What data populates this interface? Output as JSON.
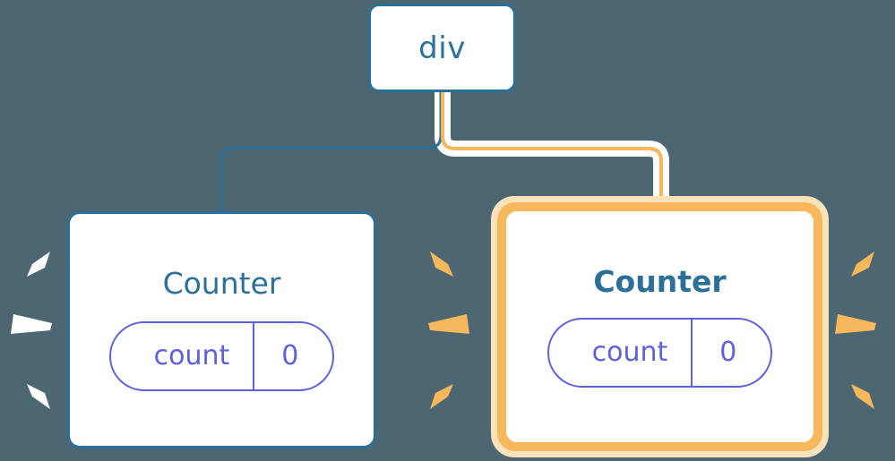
{
  "diagram": {
    "title": "component-rerender-diagram",
    "background_color": "#4c6771",
    "nodes": {
      "root": {
        "label": "div",
        "border_color": "#2b7099",
        "highlighted": false
      },
      "counter_left": {
        "label": "Counter",
        "border_color": "#2b7099",
        "highlighted": false,
        "state": {
          "key": "count",
          "value": "0",
          "color": "#5c61dd"
        },
        "burst_color": "#ffffff"
      },
      "counter_right": {
        "label": "Counter",
        "border_color": "#f7b85c",
        "border_glow_color": "#fae2bb",
        "highlighted": true,
        "state": {
          "key": "count",
          "value": "0",
          "color": "#5c61dd"
        },
        "burst_color": "#f7b85c"
      }
    },
    "edges": [
      {
        "name": "div-to-counter-left",
        "color": "#2b7099",
        "highlighted": false
      },
      {
        "name": "div-to-counter-right",
        "color": "#f7b85c",
        "halo_color": "#ffffff",
        "highlighted": true
      }
    ]
  }
}
